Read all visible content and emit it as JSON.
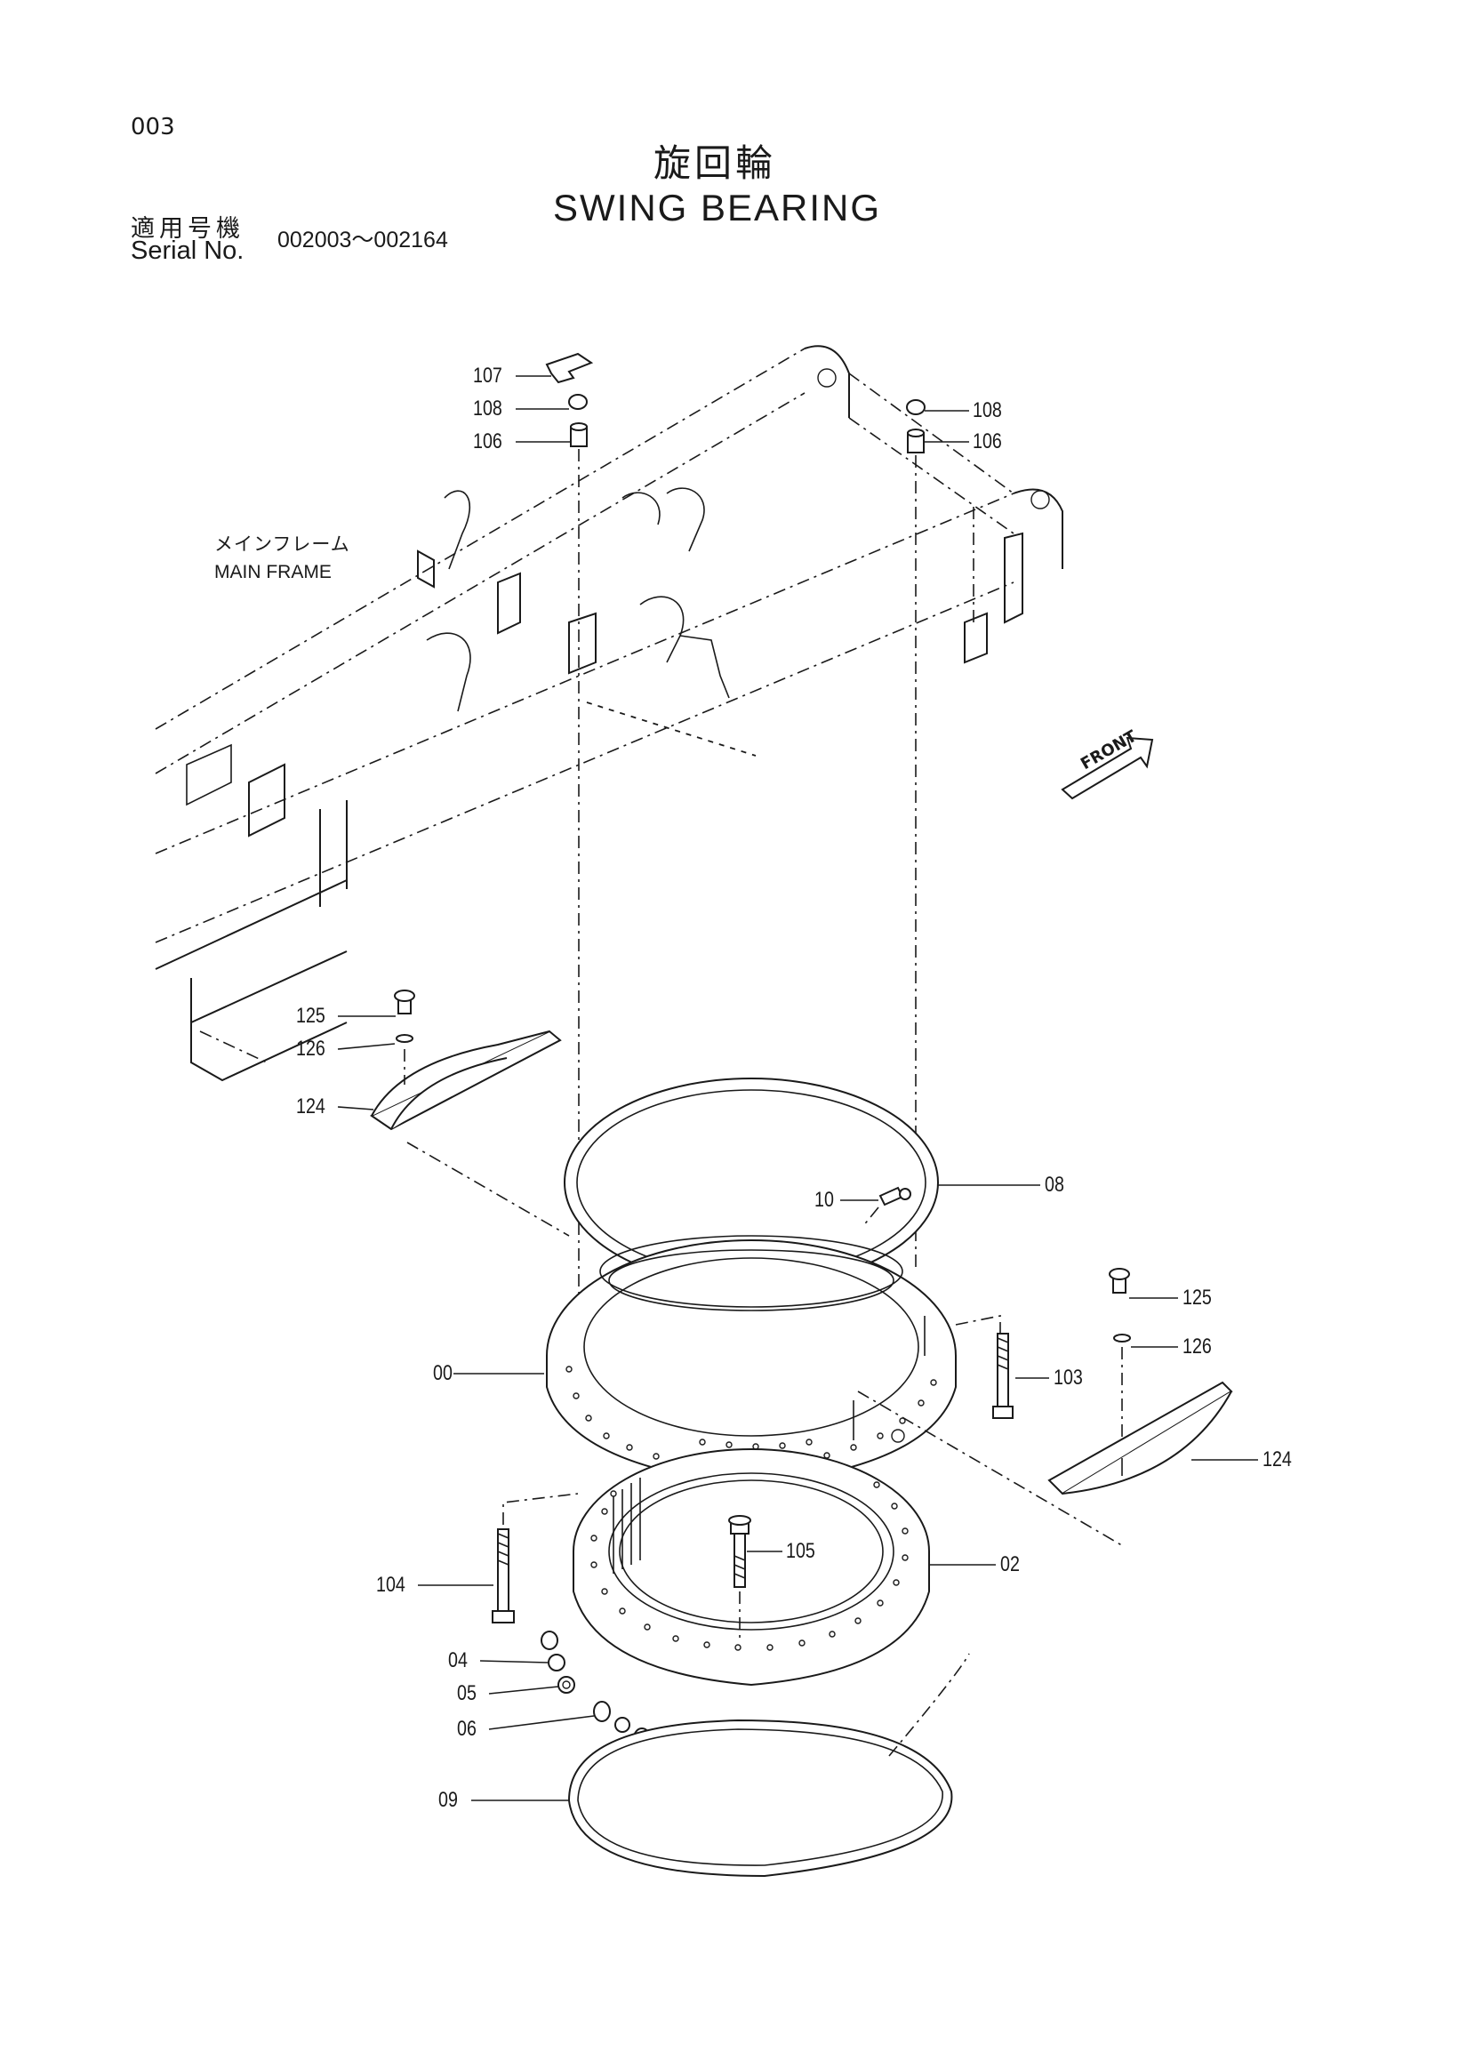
{
  "page_number": "003",
  "title_jp": "旋回輪",
  "title_en": "SWING BEARING",
  "serial": {
    "label_jp": "適用号機",
    "label_en": "Serial No.",
    "range": "002003～002164"
  },
  "main_frame": {
    "label_jp": "メインフレーム",
    "label_en": "MAIN FRAME"
  },
  "front_label": "FRONT",
  "callouts": {
    "p107": "107",
    "p108_left": "108",
    "p106_left": "106",
    "p108_right": "108",
    "p106_right": "106",
    "p125_left": "125",
    "p126_left": "126",
    "p124_left": "124",
    "p10": "10",
    "p08": "08",
    "p00": "00",
    "p125_right": "125",
    "p126_right": "126",
    "p103": "103",
    "p124_right": "124",
    "p105": "105",
    "p02": "02",
    "p104": "104",
    "p04": "04",
    "p05": "05",
    "p06": "06",
    "p09": "09"
  }
}
